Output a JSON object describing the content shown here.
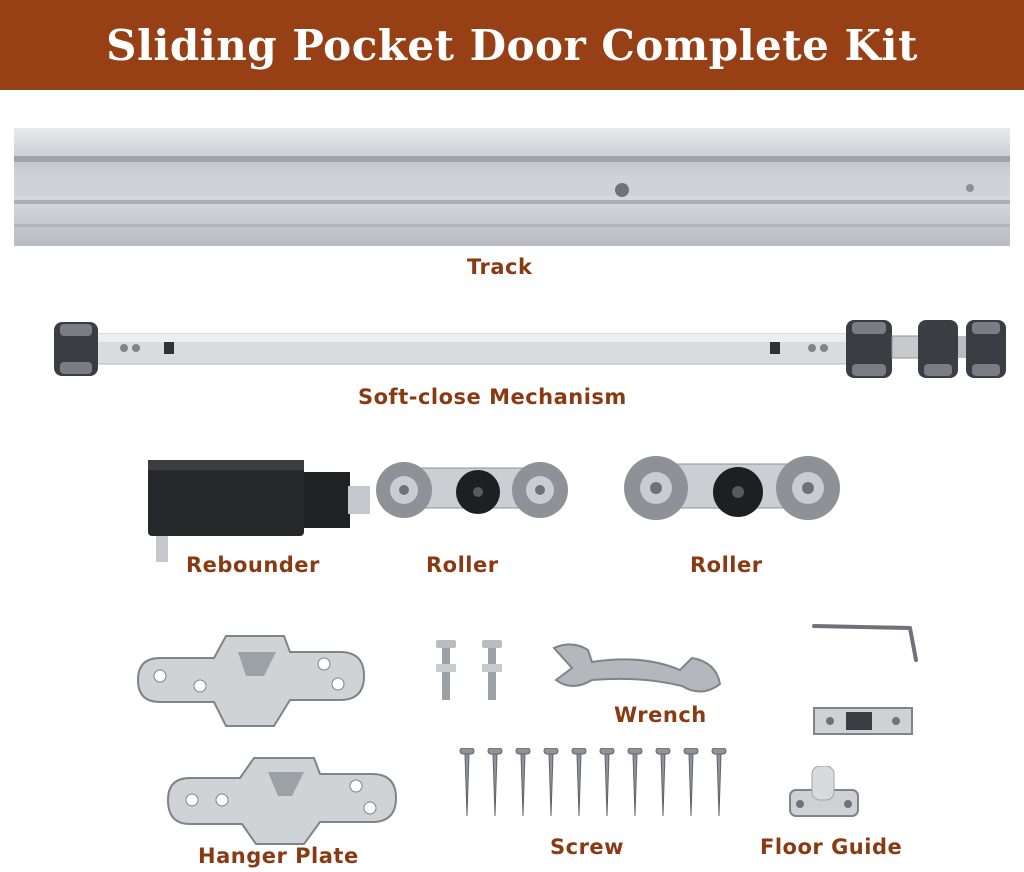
{
  "header": {
    "title": "Sliding Pocket Door Complete Kit"
  },
  "colors": {
    "banner": "#974016",
    "label": "#8a3a12",
    "metal": "#c9cdd2"
  },
  "labels": {
    "track": "Track",
    "soft_close": "Soft-close Mechanism",
    "rebounder": "Rebounder",
    "roller_1": "Roller",
    "roller_2": "Roller",
    "wrench": "Wrench",
    "hanger_plate": "Hanger Plate",
    "screw": "Screw",
    "floor_guide": "Floor Guide"
  }
}
